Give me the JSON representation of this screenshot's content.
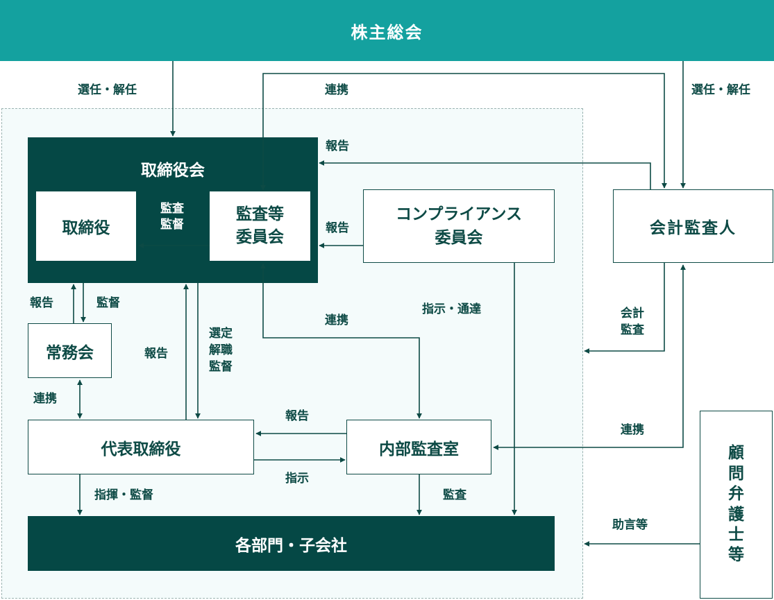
{
  "top_bar": "株主総会",
  "boxes": {
    "board": "取締役会",
    "director": "取締役",
    "audit_committee": "監査等\n委員会",
    "compliance": "コンプライアンス\n委員会",
    "accounting_auditor": "会計監査人",
    "executive_committee": "常務会",
    "representative": "代表取締役",
    "internal_audit": "内部監査室",
    "departments": "各部門・子会社",
    "legal_advisor": "顧\n問\n弁\n護\n士\n等"
  },
  "labels": {
    "elect_dismiss_left": "選任・解任",
    "elect_dismiss_right": "選任・解任",
    "cooperation_top": "連携",
    "report_board": "報告",
    "audit_supervise": "監査\n監督",
    "report_compliance": "報告",
    "report_exec": "報告",
    "supervise_exec": "監督",
    "instruct_notify": "指示・通達",
    "cooperation_mid": "連携",
    "accounting_audit": "会計\n監査",
    "report_rep": "報告",
    "select_dismiss_supervise": "選定\n解職\n監督",
    "cooperation_exec_rep": "連携",
    "report_internal": "報告",
    "cooperation_right": "連携",
    "instruct": "指示",
    "command_supervise": "指揮・監督",
    "audit": "監査",
    "advice": "助言等"
  },
  "colors": {
    "header_teal": "#14a19f",
    "dark_green": "#054845",
    "line": "#0d4a45",
    "region_bg": "#f4fbfb"
  }
}
